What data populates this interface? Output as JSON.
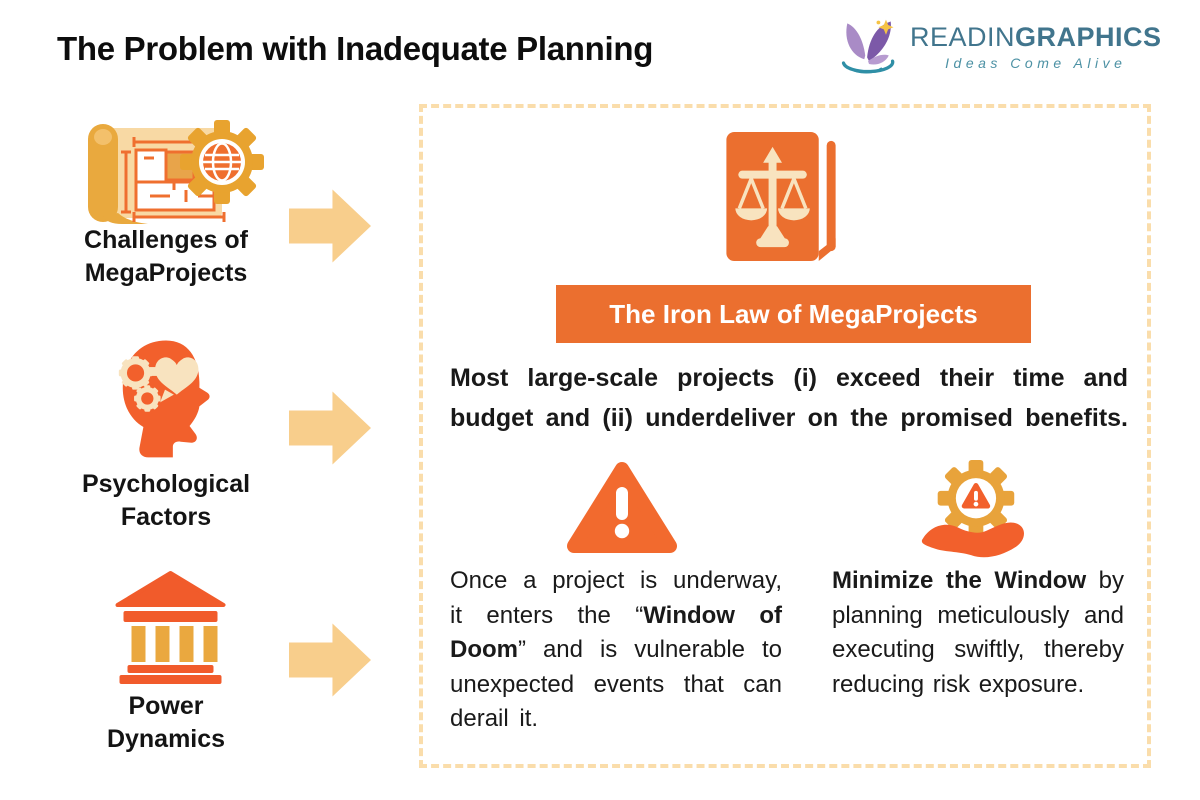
{
  "header": {
    "title": "The Problem with Inadequate Planning",
    "logo": {
      "icon": "open-book-butterfly-logo-icon",
      "brand_regular": "READIN",
      "brand_bold": "GRAPHICS",
      "tagline": "Ideas Come Alive"
    }
  },
  "sidebar": {
    "items": [
      {
        "icon": "blueprint-gear-globe-icon",
        "label_line1": "Challenges of",
        "label_line2": "MegaProjects"
      },
      {
        "icon": "head-gears-heart-icon",
        "label_line1": "Psychological",
        "label_line2": "Factors"
      },
      {
        "icon": "bank-building-icon",
        "label_line1": "Power",
        "label_line2": "Dynamics"
      }
    ],
    "arrow_icon": "right-arrow-icon"
  },
  "panel": {
    "book_icon": "law-book-scales-icon",
    "banner_title": "The Iron Law of MegaProjects",
    "law_text": "Most large-scale projects (i) exceed their time and budget and (ii) underdeliver on the promised benefits.",
    "window_of_doom": {
      "icon": "warning-triangle-icon",
      "text_before": "Once a project is underway, it enters the “",
      "bold_phrase": "Window of Doom",
      "text_after": "” and is vulnerable to unexpected events that can derail it."
    },
    "minimize_window": {
      "icon": "gear-in-hand-icon",
      "bold_phrase": "Minimize the Window",
      "text_after": " by planning meticulously and executing swiftly, thereby reducing risk exposure."
    }
  },
  "colors": {
    "orange_primary": "#EB6F2F",
    "orange_bright": "#F2602C",
    "orange_red": "#F15B2B",
    "gold": "#E8A33B",
    "cream": "#F8E3BF",
    "peach_arrow": "#F8CE8C",
    "dash_border": "#FADDAB",
    "brand_teal": "#41758D",
    "tagline_teal": "#4C91A4",
    "text_black": "#141414"
  }
}
